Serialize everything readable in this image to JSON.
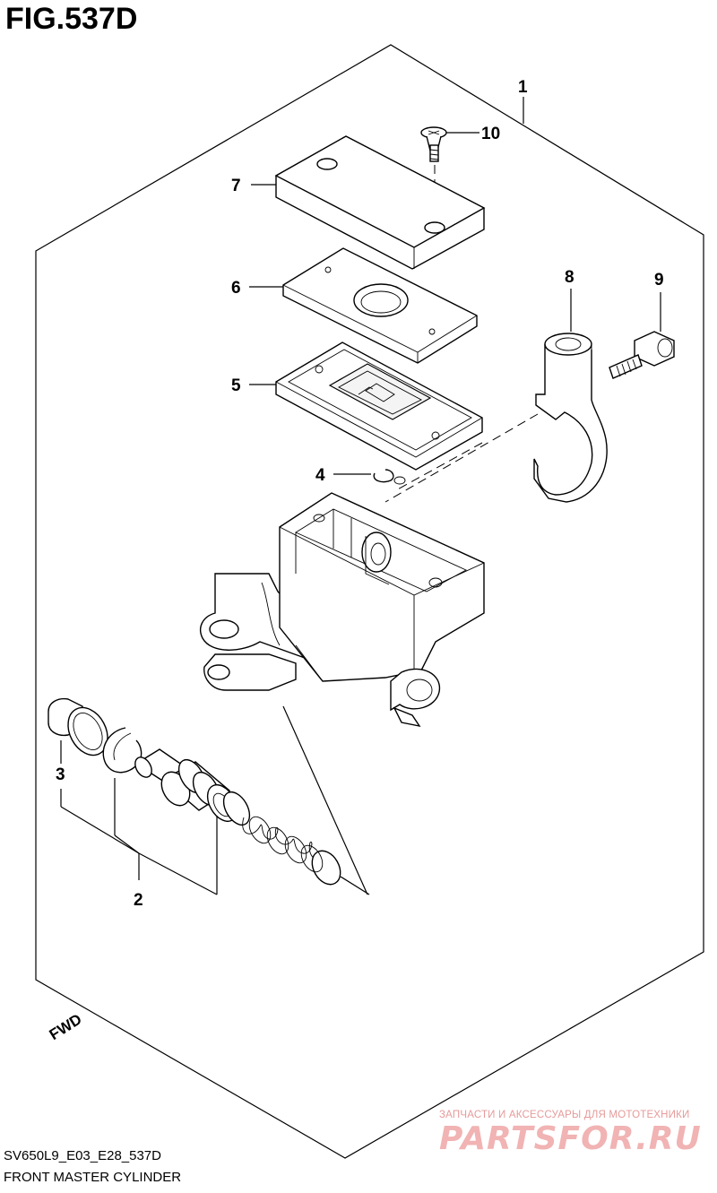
{
  "header": {
    "figure_label": "FIG.537D"
  },
  "callouts": {
    "c1": "1",
    "c2": "2",
    "c3": "3",
    "c4": "4",
    "c5": "5",
    "c6": "6",
    "c7": "7",
    "c8": "8",
    "c9": "9",
    "c10": "10"
  },
  "fwd_label": "FWD",
  "footer": {
    "code": "SV650L9_E03_E28_537D",
    "title": "FRONT MASTER CYLINDER"
  },
  "watermark": {
    "tagline": "ЗАПЧАСТИ И АКСЕССУАРЫ ДЛЯ МОТОТЕХНИКИ",
    "brand": "PARTSFOR.RU"
  }
}
